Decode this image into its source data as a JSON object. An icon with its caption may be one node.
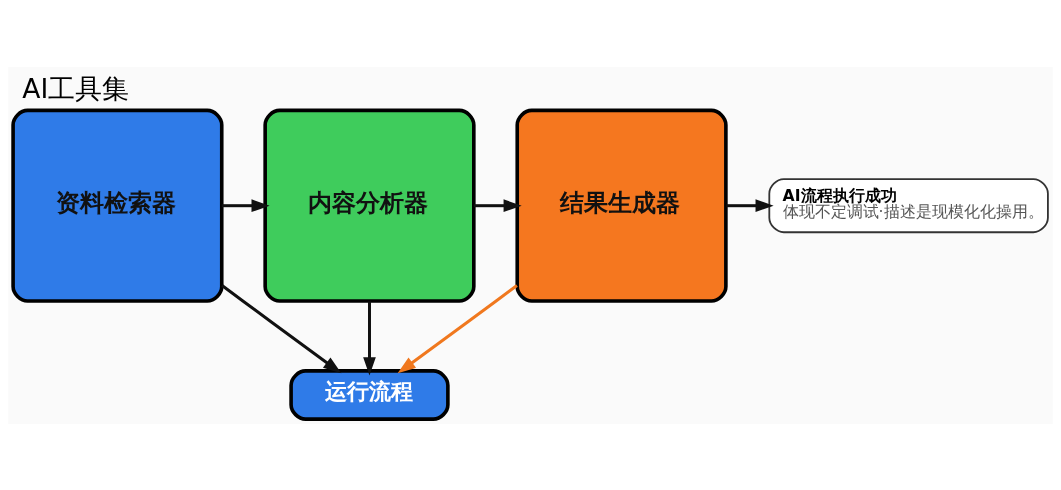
{
  "diagram": {
    "title": "AI工具集",
    "nodes": [
      {
        "text": [
          "资料检索器"
        ]
      },
      {
        "text": [
          "内容分析器"
        ]
      },
      {
        "text": [
          "结果生成器"
        ]
      },
      {
        "text": [
          "AI流程执行成功",
          "体现不定调试·描述是现模化化操用。"
        ]
      },
      {
        "text": [
          "运行流程"
        ]
      }
    ],
    "edges": [
      {
        "from": 0,
        "to": 1,
        "arrow": "to"
      },
      {
        "from": 1,
        "to": 2,
        "arrow": "to"
      },
      {
        "from": 2,
        "to": 3,
        "arrow": "to"
      },
      {
        "from": 0,
        "to": 4,
        "arrow": "to"
      },
      {
        "from": 1,
        "to": 4,
        "arrow": "to"
      },
      {
        "from": 2,
        "to": 4,
        "arrow": "to",
        "color": "#f0781e"
      }
    ]
  }
}
